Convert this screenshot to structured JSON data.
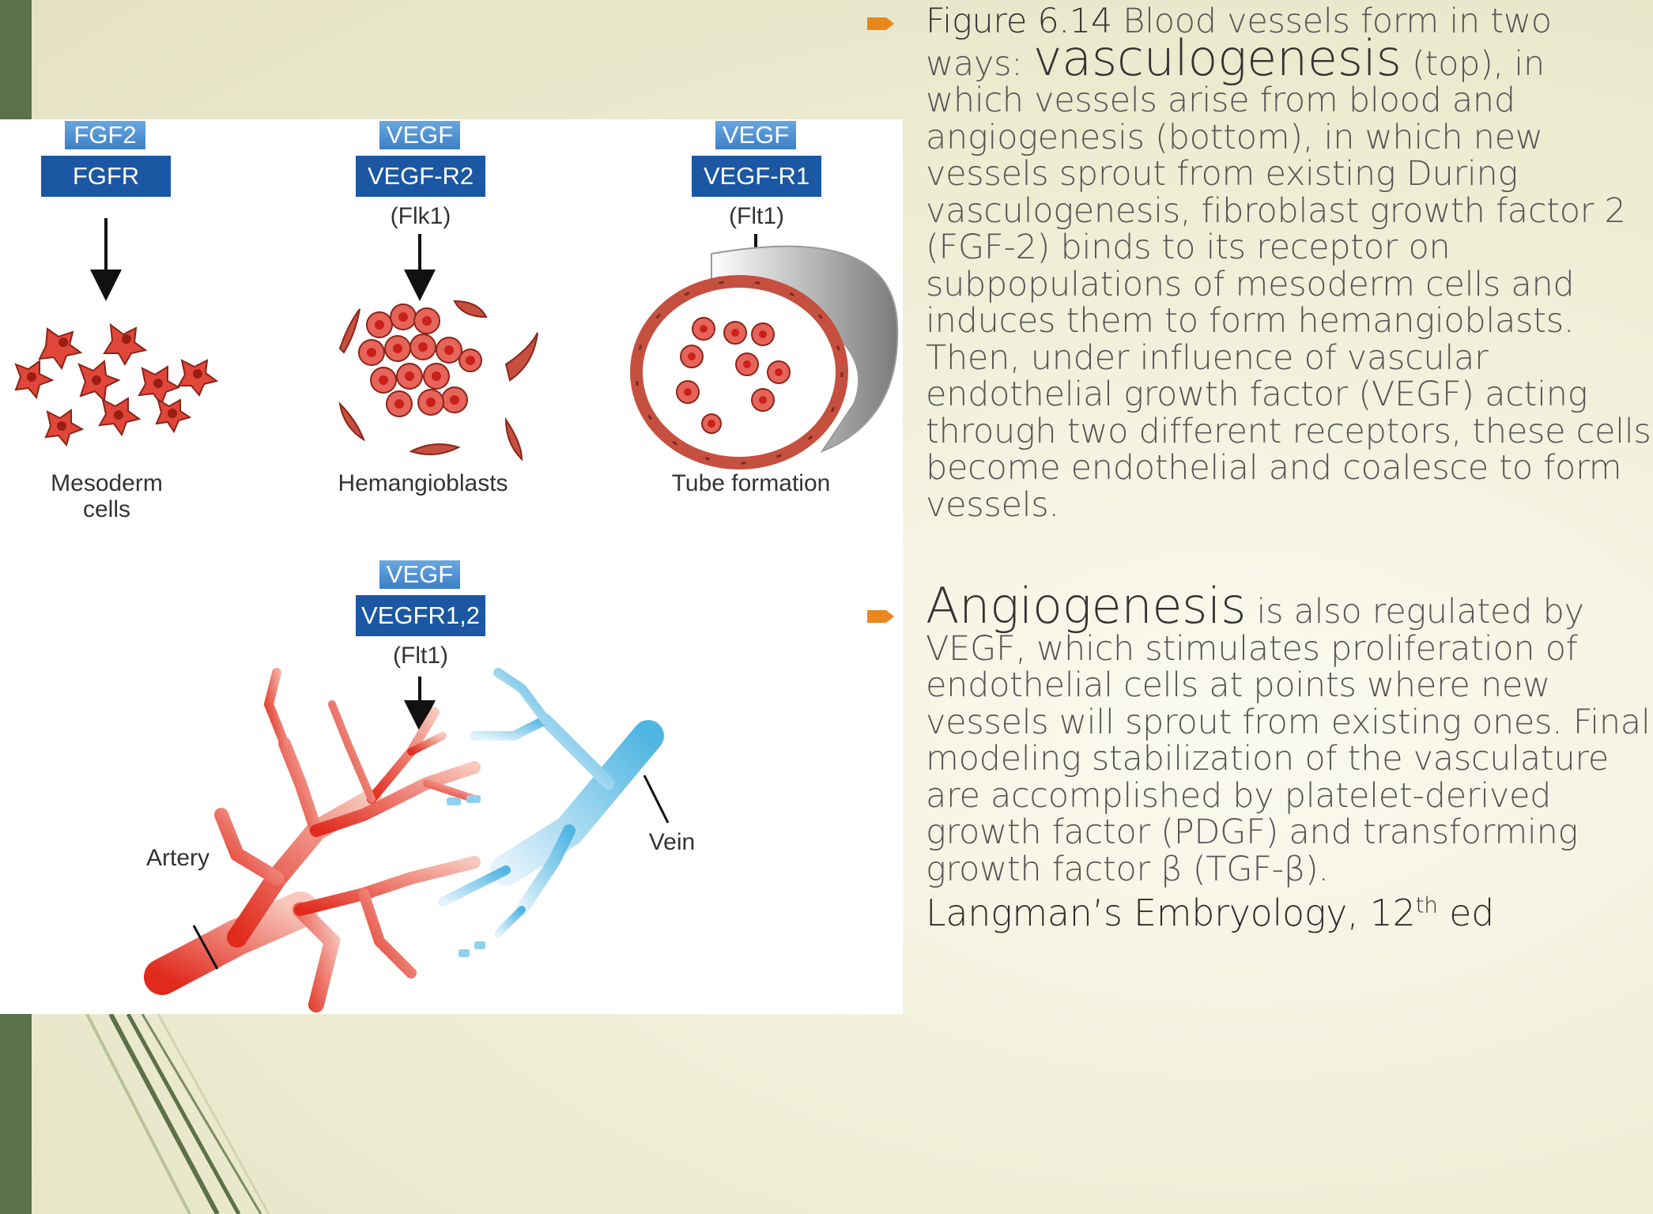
{
  "slide": {
    "bullets": [
      {
        "lead": "Figure 6.14",
        "part1": " Blood vessels form in two ways: ",
        "emph": "vasculogenesis",
        "part2": " (top), in which vessels arise from blood and angiogenesis (bottom), in which new vessels sprout from existing During vasculogenesis, fibroblast growth factor 2 (FGF-2) binds to its receptor on subpopulations of mesoderm cells and induces them to form hemangioblasts. Then, under influence of vascular endothelial growth factor (VEGF) acting through two different receptors, these cells become endothelial and coalesce to form vessels."
      },
      {
        "emph": "Angiogenesis",
        "part1": " is also regulated by VEGF, which stimulates proliferation of endothelial cells at points where new vessels will sprout from existing ones. Final modeling stabilization of the vasculature are accomplished by platelet-derived growth factor (PDGF) and transforming growth factor β (TGF-β).",
        "citation_pre": "Langman’s Embryology, 12",
        "citation_sup": "th",
        "citation_post": " ed"
      }
    ]
  },
  "figure": {
    "panel1": {
      "ligand": "FGF2",
      "receptor": "FGFR",
      "label_line1": "Mesoderm",
      "label_line2": "cells"
    },
    "panel2": {
      "ligand": "VEGF",
      "receptor": "VEGF-R2",
      "receptor_alias": "(Flk1)",
      "label": "Hemangioblasts"
    },
    "panel3": {
      "ligand": "VEGF",
      "receptor": "VEGF-R1",
      "receptor_alias": "(Flt1)",
      "label": "Tube formation"
    },
    "panel4": {
      "ligand": "VEGF",
      "receptor": "VEGFR1,2",
      "receptor_alias": "(Flt1)",
      "artery_label": "Artery",
      "vein_label": "Vein"
    }
  },
  "colors": {
    "accent_bar": "#5b7149",
    "bullet": "#e8871e",
    "badge_light": "#5a98d8",
    "badge_dark": "#1b57a3",
    "cell_red": "#e0473a",
    "vein_blue": "#6cc0e5"
  }
}
